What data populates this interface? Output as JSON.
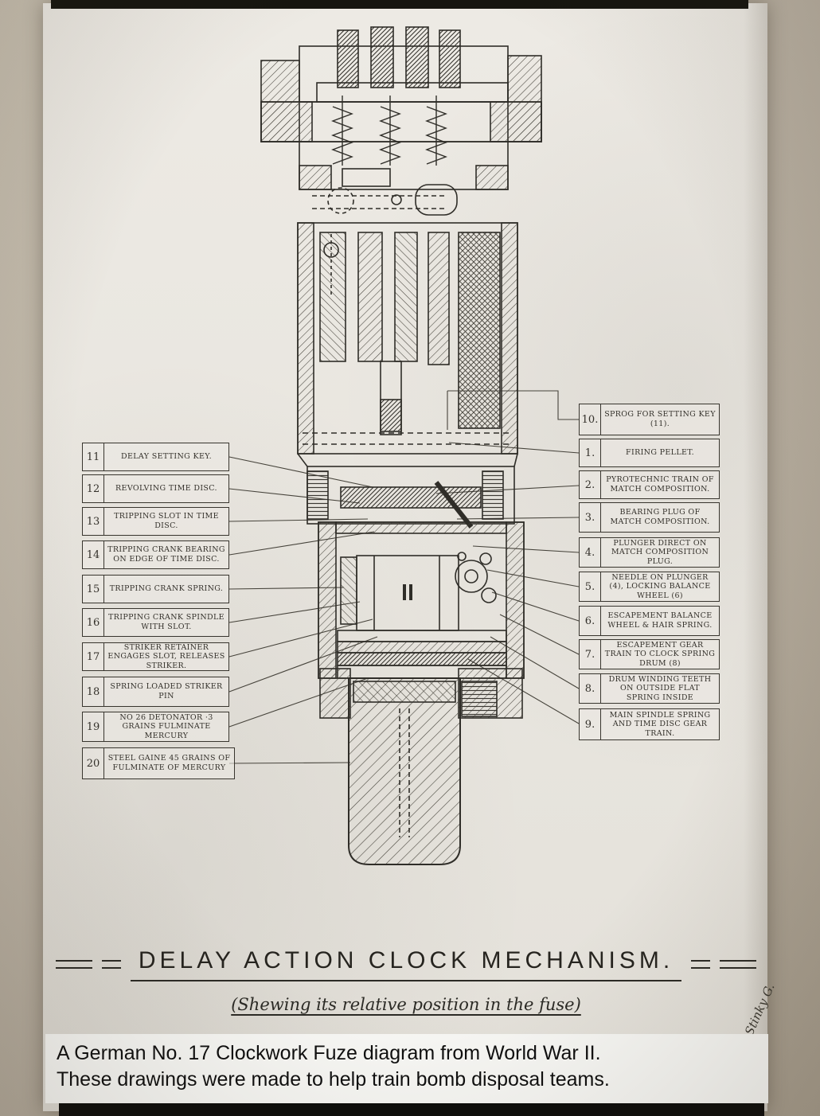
{
  "photo": {
    "paper_color": "#e9e6e0",
    "background_color": "#b9b0a2",
    "ink_color": "#2f2d28"
  },
  "title": {
    "main": "DELAY ACTION CLOCK MECHANISM.",
    "subtitle": "(Shewing its relative position in the fuse)",
    "signature": "Stinky G."
  },
  "caption": {
    "line1": "A German No. 17 Clockwork Fuze diagram from World War II.",
    "line2": "These drawings were made to help train bomb disposal teams."
  },
  "left_labels": [
    {
      "num": "11",
      "text": "Delay Setting Key."
    },
    {
      "num": "12",
      "text": "Revolving Time Disc."
    },
    {
      "num": "13",
      "text": "Tripping Slot In Time Disc."
    },
    {
      "num": "14",
      "text": "Tripping Crank Bearing On Edge Of Time Disc."
    },
    {
      "num": "15",
      "text": "Tripping Crank Spring."
    },
    {
      "num": "16",
      "text": "Tripping Crank Spindle With Slot."
    },
    {
      "num": "17",
      "text": "Striker Retainer Engages Slot, Releases Striker."
    },
    {
      "num": "18",
      "text": "Spring Loaded Striker Pin"
    },
    {
      "num": "19",
      "text": "No 26 Detonator ·3 Grains Fulminate Mercury"
    },
    {
      "num": "20",
      "text": "Steel Gaine 45 Grains Of Fulminate Of Mercury"
    }
  ],
  "right_labels": [
    {
      "num": "10.",
      "text": "Sprog For Setting Key (11)."
    },
    {
      "num": "1.",
      "text": "Firing Pellet."
    },
    {
      "num": "2.",
      "text": "Pyrotechnic Train Of Match Composition."
    },
    {
      "num": "3.",
      "text": "Bearing Plug Of Match Composition."
    },
    {
      "num": "4.",
      "text": "Plunger Direct On Match Composition Plug."
    },
    {
      "num": "5.",
      "text": "Needle On Plunger (4), Locking Balance Wheel (6)"
    },
    {
      "num": "6.",
      "text": "Escapement Balance Wheel & Hair Spring."
    },
    {
      "num": "7.",
      "text": "Escapement Gear Train To Clock Spring Drum (8)"
    },
    {
      "num": "8.",
      "text": "Drum Winding Teeth On Outside Flat Spring Inside"
    },
    {
      "num": "9.",
      "text": "Main Spindle Spring And Time Disc Gear Train."
    }
  ]
}
